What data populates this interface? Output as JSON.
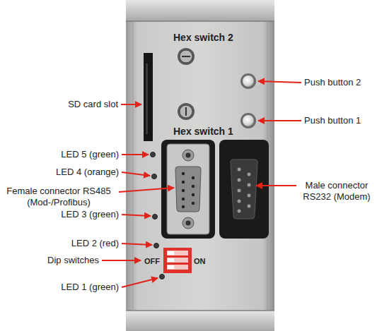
{
  "diagram": {
    "labels": [
      "Hex switch 2",
      "Push button 2",
      "SD card slot",
      "Hex switch 1",
      "Push button 1",
      "LED 5 (green)",
      "LED 4 (orange)",
      "Female connector RS485 (Mod-/Profibus)",
      "Male connector RS232 (Modem)",
      "LED 3 (green)",
      "LED 2 (red)",
      "Dip switches",
      "OFF",
      "ON",
      "LED 1 (green)"
    ]
  }
}
